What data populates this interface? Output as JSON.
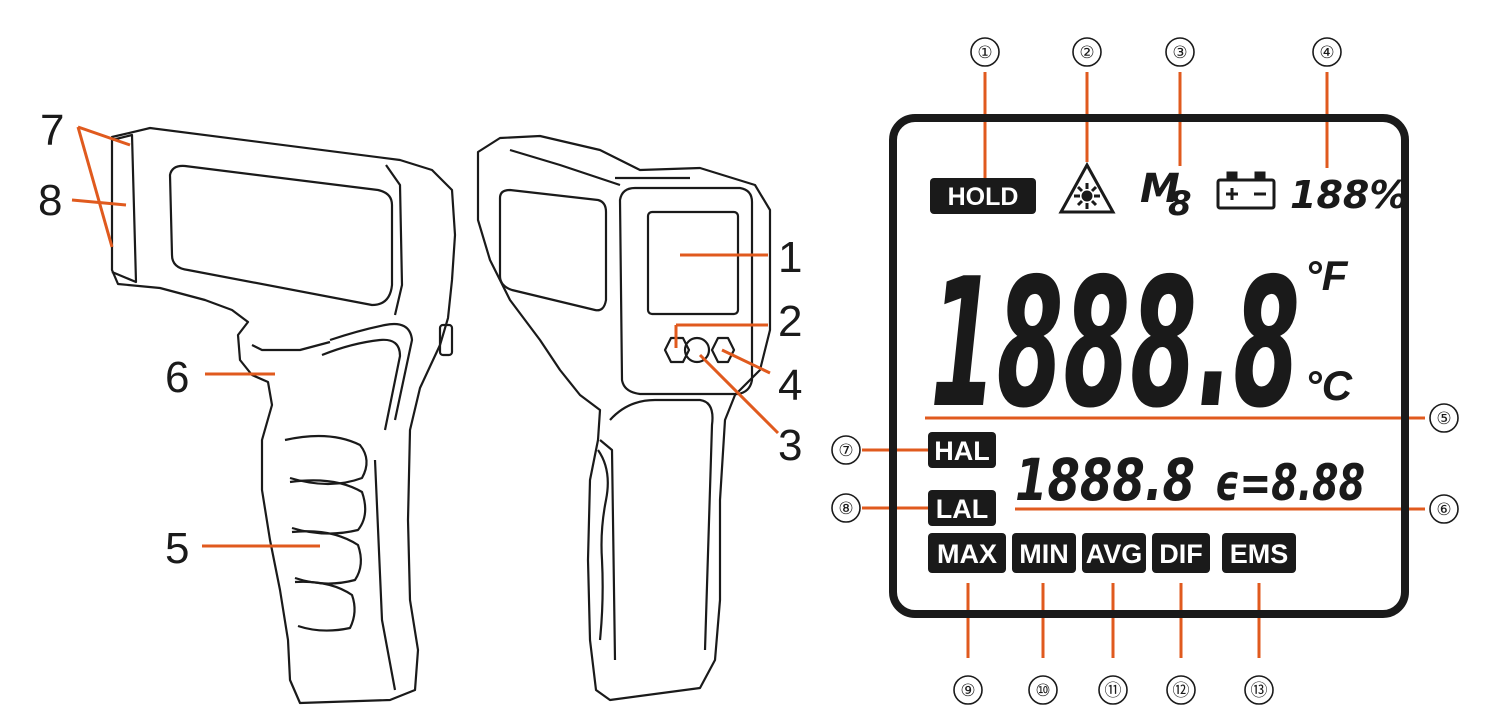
{
  "left_callouts": [
    "7",
    "8",
    "6",
    "5"
  ],
  "front_callouts": [
    "1",
    "2",
    "3",
    "4"
  ],
  "lcd": {
    "hold": "HOLD",
    "mode_digit_prefix": "M",
    "mode_digit": "8",
    "battery_pct": "188%",
    "main_reading": "1888.8",
    "unit_f": "°F",
    "unit_c": "°C",
    "hal": "HAL",
    "lal": "LAL",
    "sub_reading": "1888.8",
    "emissivity": "ϵ=8.88",
    "bottom_badges": [
      "MAX",
      "MIN",
      "AVG",
      "DIF",
      "EMS"
    ]
  },
  "lcd_callouts": {
    "top": [
      "①",
      "②",
      "③",
      "④"
    ],
    "right": [
      "⑤",
      "⑥"
    ],
    "left": [
      "⑦",
      "⑧"
    ],
    "bottom": [
      "⑨",
      "⑩",
      "⑪",
      "⑫",
      "⑬"
    ]
  },
  "colors": {
    "leader": "#e05a1e",
    "ink": "#1a1a1a"
  },
  "icons": [
    "laser-warning-icon",
    "battery-icon"
  ]
}
